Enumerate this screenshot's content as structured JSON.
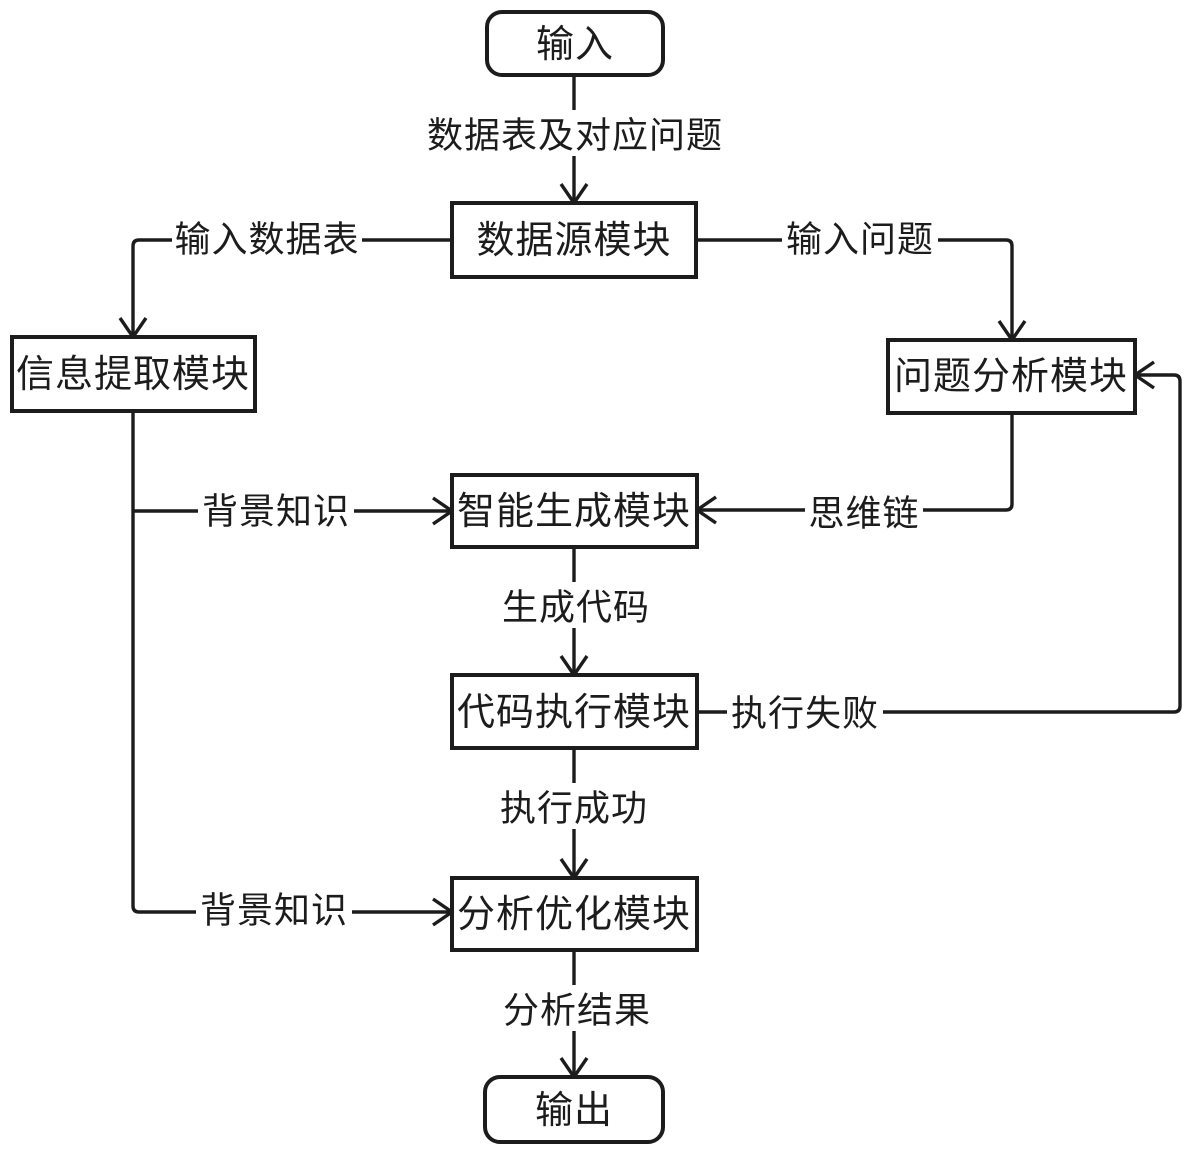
{
  "diagram": {
    "type": "flowchart",
    "background_color": "#ffffff",
    "stroke_color": "#1c1c1c",
    "nodes": [
      {
        "id": "input",
        "label": "输入",
        "shape": "rounded"
      },
      {
        "id": "data-source",
        "label": "数据源模块",
        "shape": "rect"
      },
      {
        "id": "info-extract",
        "label": "信息提取模块",
        "shape": "rect"
      },
      {
        "id": "question-analysis",
        "label": "问题分析模块",
        "shape": "rect"
      },
      {
        "id": "intelligent-gen",
        "label": "智能生成模块",
        "shape": "rect"
      },
      {
        "id": "code-exec",
        "label": "代码执行模块",
        "shape": "rect"
      },
      {
        "id": "analysis-opt",
        "label": "分析优化模块",
        "shape": "rect"
      },
      {
        "id": "output",
        "label": "输出",
        "shape": "rounded"
      }
    ],
    "edge_labels": [
      {
        "id": "table-and-question",
        "text": "数据表及对应问题"
      },
      {
        "id": "input-data-table",
        "text": "输入数据表"
      },
      {
        "id": "input-question",
        "text": "输入问题"
      },
      {
        "id": "background-knowledge-top",
        "text": "背景知识"
      },
      {
        "id": "chain-of-thought",
        "text": "思维链"
      },
      {
        "id": "generate-code",
        "text": "生成代码"
      },
      {
        "id": "execution-failed",
        "text": "执行失败"
      },
      {
        "id": "execution-succeeded",
        "text": "执行成功"
      },
      {
        "id": "background-knowledge-bottom",
        "text": "背景知识"
      },
      {
        "id": "analysis-result",
        "text": "分析结果"
      }
    ]
  }
}
